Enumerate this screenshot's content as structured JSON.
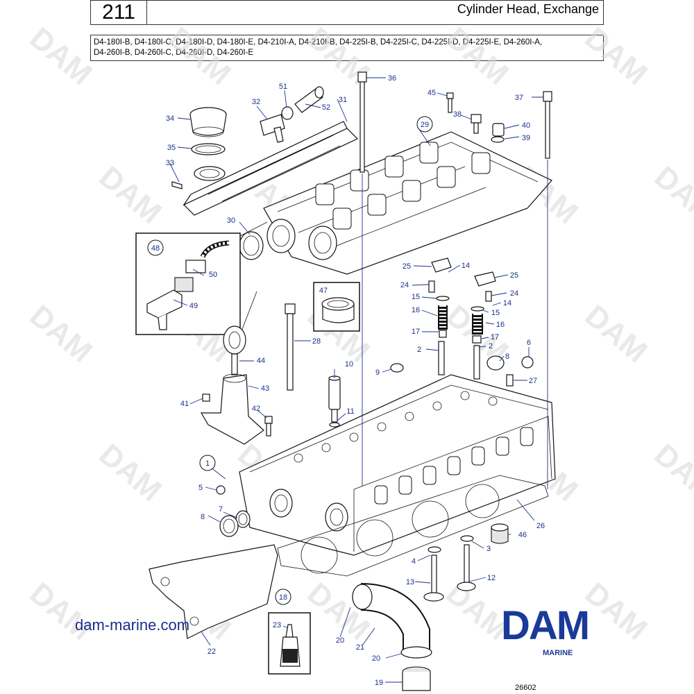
{
  "header": {
    "page_number": "211",
    "title": "Cylinder Head, Exchange",
    "models_line1": "D4-180I-B, D4-180I-C, D4-180I-D, D4-180I-E, D4-210I-A, D4-210I-B, D4-225I-B, D4-225I-C, D4-225I-D, D4-225I-E, D4-260I-A,",
    "models_line2": "D4-260I-B, D4-260I-C, D4-260I-D, D4-260I-E"
  },
  "watermark": "DAM",
  "website": "dam-marine.com",
  "logo": {
    "text": "DAM",
    "subtext": "MARINE"
  },
  "drawing_ref": "26602",
  "colors": {
    "callout": "#1a2f8a",
    "logo": "#1a3a9a",
    "line": "#111111"
  },
  "callouts": [
    {
      "label": "1"
    },
    {
      "label": "2"
    },
    {
      "label": "2"
    },
    {
      "label": "3"
    },
    {
      "label": "4"
    },
    {
      "label": "5"
    },
    {
      "label": "6"
    },
    {
      "label": "7"
    },
    {
      "label": "8"
    },
    {
      "label": "8"
    },
    {
      "label": "9"
    },
    {
      "label": "10"
    },
    {
      "label": "11"
    },
    {
      "label": "12"
    },
    {
      "label": "13"
    },
    {
      "label": "14"
    },
    {
      "label": "14"
    },
    {
      "label": "15"
    },
    {
      "label": "15"
    },
    {
      "label": "16"
    },
    {
      "label": "16"
    },
    {
      "label": "17"
    },
    {
      "label": "17"
    },
    {
      "label": "18"
    },
    {
      "label": "19"
    },
    {
      "label": "20"
    },
    {
      "label": "20"
    },
    {
      "label": "21"
    },
    {
      "label": "22"
    },
    {
      "label": "23"
    },
    {
      "label": "24"
    },
    {
      "label": "24"
    },
    {
      "label": "25"
    },
    {
      "label": "25"
    },
    {
      "label": "26"
    },
    {
      "label": "27"
    },
    {
      "label": "28"
    },
    {
      "label": "29"
    },
    {
      "label": "30"
    },
    {
      "label": "31"
    },
    {
      "label": "32"
    },
    {
      "label": "33"
    },
    {
      "label": "34"
    },
    {
      "label": "35"
    },
    {
      "label": "36"
    },
    {
      "label": "37"
    },
    {
      "label": "38"
    },
    {
      "label": "39"
    },
    {
      "label": "40"
    },
    {
      "label": "41"
    },
    {
      "label": "42"
    },
    {
      "label": "43"
    },
    {
      "label": "44"
    },
    {
      "label": "45"
    },
    {
      "label": "46"
    },
    {
      "label": "47"
    },
    {
      "label": "48"
    },
    {
      "label": "49"
    },
    {
      "label": "50"
    },
    {
      "label": "51"
    },
    {
      "label": "52"
    }
  ]
}
